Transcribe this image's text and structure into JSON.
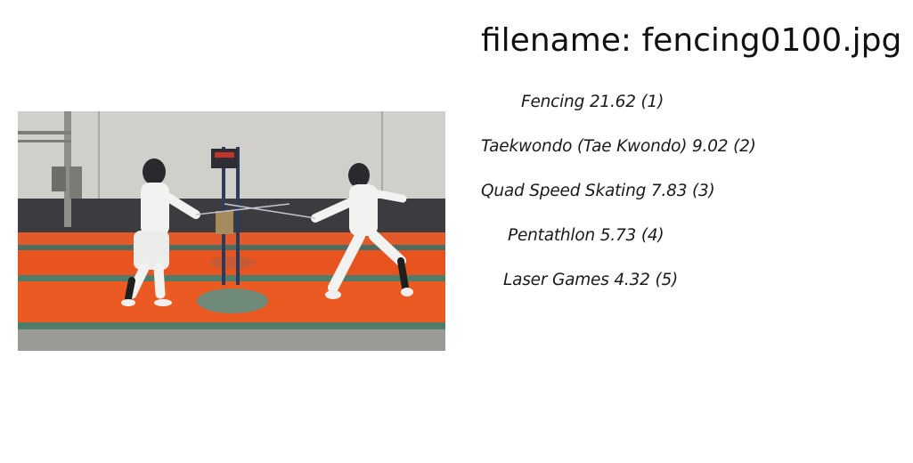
{
  "filename_label": "filename: fencing0100.jpg",
  "photo": {
    "subject": "fencing-match-photo"
  },
  "predictions": [
    {
      "label": "Fencing",
      "score": "21.62",
      "rank": "(1)"
    },
    {
      "label": "Taekwondo (Tae Kwondo)",
      "score": "9.02",
      "rank": "(2)"
    },
    {
      "label": "Quad Speed Skating",
      "score": "7.83",
      "rank": "(3)"
    },
    {
      "label": "Pentathlon",
      "score": "5.73",
      "rank": "(4)"
    },
    {
      "label": "Laser Games",
      "score": "4.32",
      "rank": "(5)"
    }
  ],
  "colors": {
    "strip_orange": "#e8541f",
    "wall": "#cfcfcb",
    "floor_grey": "#9c9c98",
    "strip_line": "#4f7d6a"
  }
}
